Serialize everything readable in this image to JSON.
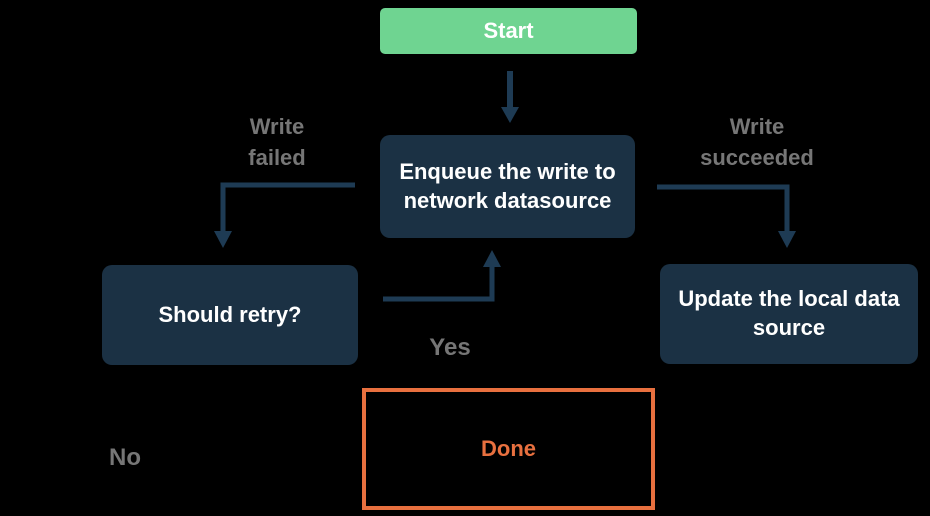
{
  "nodes": {
    "start": {
      "label": "Start"
    },
    "enqueue": {
      "label": "Enqueue the write to network datasource"
    },
    "should_retry": {
      "label": "Should retry?"
    },
    "update_local": {
      "label": "Update the local data source"
    },
    "done": {
      "label": "Done"
    }
  },
  "edge_labels": {
    "write_failed": "Write failed",
    "write_succeeded": "Write succeeded",
    "yes": "Yes",
    "no": "No"
  },
  "colors": {
    "background": "#000000",
    "start_fill": "#6FD491",
    "node_fill": "#1B3144",
    "node_text": "#FFFFFF",
    "arrow": "#1E3B54",
    "edge_label": "#767676",
    "done_accent": "#E8703F"
  }
}
